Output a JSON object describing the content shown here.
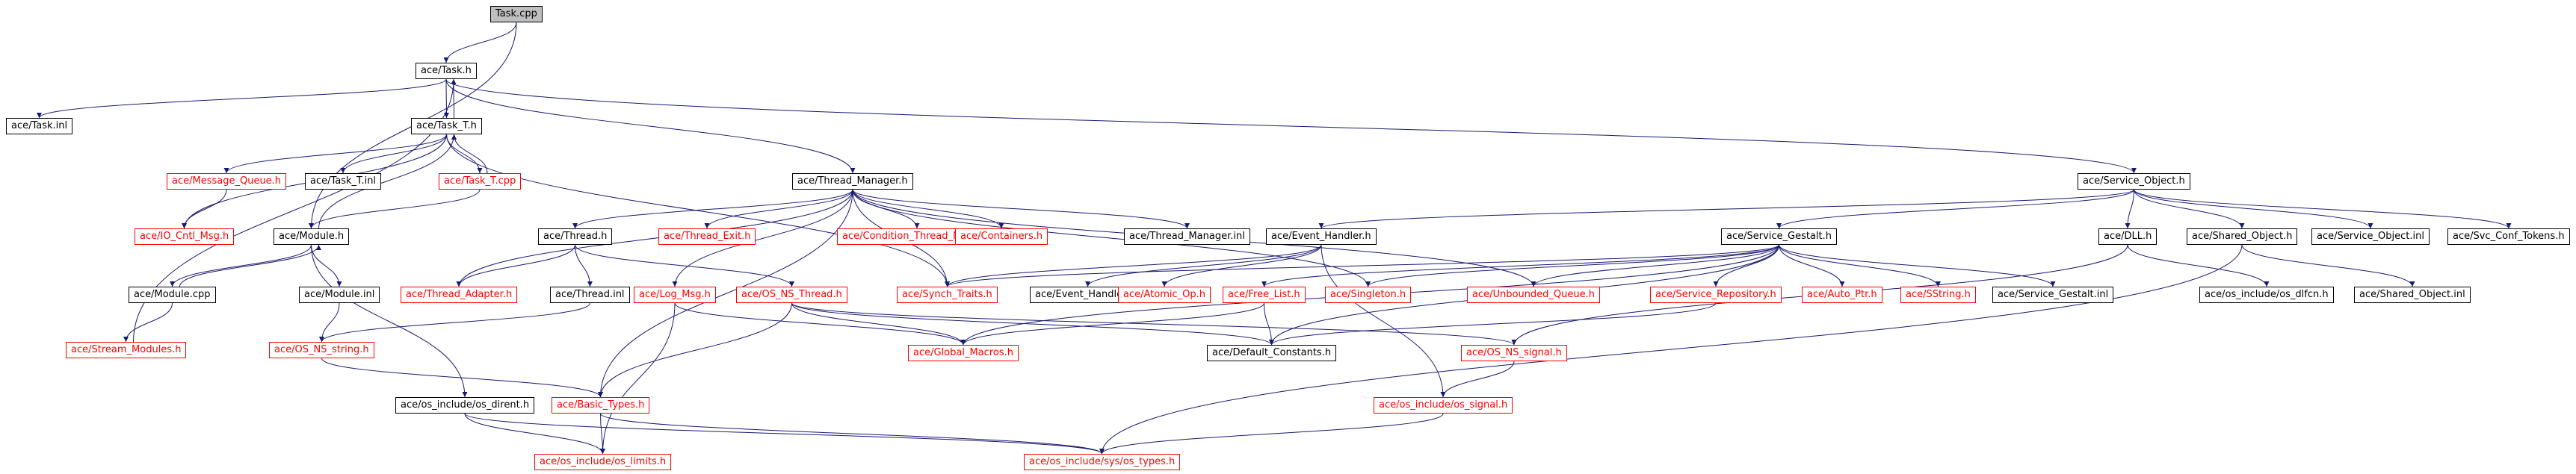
{
  "graph": {
    "root": "Task.cpp",
    "edge_color": "#191970",
    "incomplete_border_color": "#ff0000",
    "nodes": [
      {
        "id": "task_cpp",
        "label": "Task.cpp",
        "root": true
      },
      {
        "id": "task_h",
        "label": "ace/Task.h"
      },
      {
        "id": "task_inl",
        "label": "ace/Task.inl"
      },
      {
        "id": "task_t_h",
        "label": "ace/Task_T.h"
      },
      {
        "id": "message_queue_h",
        "label": "ace/Message_Queue.h",
        "incomplete": true
      },
      {
        "id": "task_t_inl",
        "label": "ace/Task_T.inl"
      },
      {
        "id": "task_t_cpp",
        "label": "ace/Task_T.cpp",
        "incomplete": true
      },
      {
        "id": "io_cntl_msg_h",
        "label": "ace/IO_Cntl_Msg.h",
        "incomplete": true
      },
      {
        "id": "module_h",
        "label": "ace/Module.h"
      },
      {
        "id": "module_cpp",
        "label": "ace/Module.cpp"
      },
      {
        "id": "module_inl",
        "label": "ace/Module.inl"
      },
      {
        "id": "stream_modules_h",
        "label": "ace/Stream_Modules.h",
        "incomplete": true
      },
      {
        "id": "thread_manager_h",
        "label": "ace/Thread_Manager.h"
      },
      {
        "id": "thread_h",
        "label": "ace/Thread.h"
      },
      {
        "id": "thread_exit_h",
        "label": "ace/Thread_Exit.h",
        "incomplete": true
      },
      {
        "id": "condition_thread_mutex_h",
        "label": "ace/Condition_Thread_Mutex.h",
        "incomplete": true
      },
      {
        "id": "containers_h",
        "label": "ace/Containers.h",
        "incomplete": true
      },
      {
        "id": "thread_manager_inl",
        "label": "ace/Thread_Manager.inl"
      },
      {
        "id": "thread_adapter_h",
        "label": "ace/Thread_Adapter.h",
        "incomplete": true
      },
      {
        "id": "thread_inl",
        "label": "ace/Thread.inl"
      },
      {
        "id": "log_msg_h",
        "label": "ace/Log_Msg.h",
        "incomplete": true
      },
      {
        "id": "os_ns_thread_h",
        "label": "ace/OS_NS_Thread.h",
        "incomplete": true
      },
      {
        "id": "synch_traits_h",
        "label": "ace/Synch_Traits.h",
        "incomplete": true
      },
      {
        "id": "os_ns_string_h",
        "label": "ace/OS_NS_string.h",
        "incomplete": true
      },
      {
        "id": "global_macros_h",
        "label": "ace/Global_Macros.h",
        "incomplete": true
      },
      {
        "id": "basic_types_h",
        "label": "ace/Basic_Types.h",
        "incomplete": true
      },
      {
        "id": "os_dirent_h",
        "label": "ace/os_include/os_dirent.h"
      },
      {
        "id": "os_limits_h",
        "label": "ace/os_include/os_limits.h",
        "incomplete": true
      },
      {
        "id": "sys_os_types_h",
        "label": "ace/os_include/sys/os_types.h",
        "incomplete": true
      },
      {
        "id": "event_handler_h",
        "label": "ace/Event_Handler.h"
      },
      {
        "id": "event_handler_inl",
        "label": "ace/Event_Handler.inl"
      },
      {
        "id": "atomic_op_h",
        "label": "ace/Atomic_Op.h",
        "incomplete": true
      },
      {
        "id": "free_list_h",
        "label": "ace/Free_List.h",
        "incomplete": true
      },
      {
        "id": "singleton_h",
        "label": "ace/Singleton.h",
        "incomplete": true
      },
      {
        "id": "unbounded_queue_h",
        "label": "ace/Unbounded_Queue.h",
        "incomplete": true
      },
      {
        "id": "default_constants_h",
        "label": "ace/Default_Constants.h"
      },
      {
        "id": "os_signal_h",
        "label": "ace/os_include/os_signal.h",
        "incomplete": true
      },
      {
        "id": "os_ns_signal_h",
        "label": "ace/OS_NS_signal.h",
        "incomplete": true
      },
      {
        "id": "service_object_h",
        "label": "ace/Service_Object.h"
      },
      {
        "id": "service_gestalt_h",
        "label": "ace/Service_Gestalt.h"
      },
      {
        "id": "service_repository_h",
        "label": "ace/Service_Repository.h",
        "incomplete": true
      },
      {
        "id": "auto_ptr_h",
        "label": "ace/Auto_Ptr.h",
        "incomplete": true
      },
      {
        "id": "sstring_h",
        "label": "ace/SString.h",
        "incomplete": true
      },
      {
        "id": "service_gestalt_inl",
        "label": "ace/Service_Gestalt.inl"
      },
      {
        "id": "dll_h",
        "label": "ace/DLL.h"
      },
      {
        "id": "os_dlfcn_h",
        "label": "ace/os_include/os_dlfcn.h"
      },
      {
        "id": "shared_object_h",
        "label": "ace/Shared_Object.h"
      },
      {
        "id": "shared_object_inl",
        "label": "ace/Shared_Object.inl"
      },
      {
        "id": "service_object_inl",
        "label": "ace/Service_Object.inl"
      },
      {
        "id": "svc_conf_tokens_h",
        "label": "ace/Svc_Conf_Tokens.h"
      }
    ],
    "edges": [
      [
        "task_cpp",
        "task_h"
      ],
      [
        "task_cpp",
        "module_h"
      ],
      [
        "task_h",
        "task_inl"
      ],
      [
        "task_h",
        "task_t_h"
      ],
      [
        "task_h",
        "thread_manager_h"
      ],
      [
        "task_h",
        "service_object_h"
      ],
      [
        "task_t_h",
        "task_h"
      ],
      [
        "task_t_h",
        "message_queue_h"
      ],
      [
        "task_t_h",
        "task_t_inl"
      ],
      [
        "task_t_h",
        "task_t_cpp"
      ],
      [
        "task_t_h",
        "io_cntl_msg_h"
      ],
      [
        "task_t_h",
        "synch_traits_h"
      ],
      [
        "task_t_cpp",
        "task_t_h"
      ],
      [
        "task_t_cpp",
        "module_h"
      ],
      [
        "message_queue_h",
        "io_cntl_msg_h"
      ],
      [
        "module_h",
        "task_t_h"
      ],
      [
        "module_h",
        "module_cpp"
      ],
      [
        "module_h",
        "module_inl"
      ],
      [
        "module_h",
        "os_dirent_h"
      ],
      [
        "module_cpp",
        "module_h"
      ],
      [
        "module_cpp",
        "stream_modules_h"
      ],
      [
        "stream_modules_h",
        "task_h"
      ],
      [
        "module_inl",
        "os_ns_string_h"
      ],
      [
        "thread_manager_h",
        "thread_h"
      ],
      [
        "thread_manager_h",
        "thread_exit_h"
      ],
      [
        "thread_manager_h",
        "condition_thread_mutex_h"
      ],
      [
        "thread_manager_h",
        "containers_h"
      ],
      [
        "thread_manager_h",
        "thread_manager_inl"
      ],
      [
        "thread_manager_h",
        "thread_adapter_h"
      ],
      [
        "thread_manager_h",
        "log_msg_h"
      ],
      [
        "thread_manager_h",
        "synch_traits_h"
      ],
      [
        "thread_manager_h",
        "singleton_h"
      ],
      [
        "thread_manager_h",
        "unbounded_queue_h"
      ],
      [
        "thread_manager_h",
        "basic_types_h"
      ],
      [
        "thread_h",
        "thread_adapter_h"
      ],
      [
        "thread_h",
        "thread_inl"
      ],
      [
        "thread_h",
        "os_ns_thread_h"
      ],
      [
        "thread_inl",
        "os_ns_string_h"
      ],
      [
        "os_ns_string_h",
        "basic_types_h"
      ],
      [
        "log_msg_h",
        "global_macros_h"
      ],
      [
        "log_msg_h",
        "os_limits_h"
      ],
      [
        "os_ns_thread_h",
        "global_macros_h"
      ],
      [
        "os_ns_thread_h",
        "default_constants_h"
      ],
      [
        "os_ns_thread_h",
        "basic_types_h"
      ],
      [
        "os_ns_thread_h",
        "os_ns_signal_h"
      ],
      [
        "os_dirent_h",
        "os_limits_h"
      ],
      [
        "os_dirent_h",
        "sys_os_types_h"
      ],
      [
        "basic_types_h",
        "os_limits_h"
      ],
      [
        "basic_types_h",
        "sys_os_types_h"
      ],
      [
        "service_object_h",
        "event_handler_h"
      ],
      [
        "service_object_h",
        "service_gestalt_h"
      ],
      [
        "service_object_h",
        "dll_h"
      ],
      [
        "service_object_h",
        "shared_object_h"
      ],
      [
        "service_object_h",
        "service_object_inl"
      ],
      [
        "service_object_h",
        "svc_conf_tokens_h"
      ],
      [
        "event_handler_h",
        "synch_traits_h"
      ],
      [
        "event_handler_h",
        "event_handler_inl"
      ],
      [
        "event_handler_h",
        "atomic_op_h"
      ],
      [
        "event_handler_h",
        "os_signal_h"
      ],
      [
        "free_list_h",
        "global_macros_h"
      ],
      [
        "free_list_h",
        "default_constants_h"
      ],
      [
        "service_gestalt_h",
        "synch_traits_h"
      ],
      [
        "service_gestalt_h",
        "singleton_h"
      ],
      [
        "service_gestalt_h",
        "unbounded_queue_h"
      ],
      [
        "service_gestalt_h",
        "service_repository_h"
      ],
      [
        "service_gestalt_h",
        "auto_ptr_h"
      ],
      [
        "service_gestalt_h",
        "sstring_h"
      ],
      [
        "service_gestalt_h",
        "service_gestalt_inl"
      ],
      [
        "service_gestalt_h",
        "default_constants_h"
      ],
      [
        "service_gestalt_h",
        "global_macros_h"
      ],
      [
        "service_gestalt_h",
        "free_list_h"
      ],
      [
        "service_repository_h",
        "default_constants_h"
      ],
      [
        "dll_h",
        "os_dlfcn_h"
      ],
      [
        "dll_h",
        "os_ns_signal_h"
      ],
      [
        "shared_object_h",
        "shared_object_inl"
      ],
      [
        "shared_object_h",
        "sys_os_types_h"
      ],
      [
        "os_ns_signal_h",
        "os_signal_h"
      ],
      [
        "os_signal_h",
        "sys_os_types_h"
      ]
    ]
  }
}
